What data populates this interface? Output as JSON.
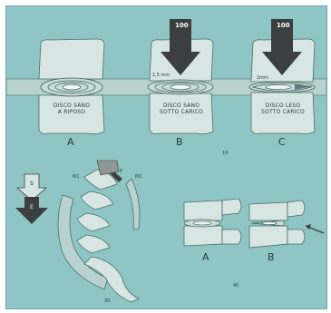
{
  "top_figure": {
    "panels": [
      {
        "letter": "A",
        "text_line1": "DISCO SANO",
        "text_line2": "A RIPOSO"
      },
      {
        "letter": "B",
        "text_line1": "DISCO SANO",
        "text_line2": "SOTTO CARICO",
        "load": "100",
        "measure": "1,5 mm"
      },
      {
        "letter": "C",
        "text_line1": "DISCO LESO",
        "text_line2": "SOTTO CARICO",
        "load": "100",
        "measure": "2mm"
      }
    ],
    "figure_number": "19"
  },
  "bottom_left": {
    "arrow_s": "S",
    "arrow_e": "E",
    "label_m1": "M1",
    "label_m2": "M2",
    "label_p": "P",
    "figure_number": "30"
  },
  "bottom_right": {
    "panel_a": "A",
    "panel_b": "B",
    "figure_number": "40"
  },
  "colors": {
    "background": "#8fc6c5",
    "vertebra": "#d8e6e3",
    "ink": "#1e3a3a",
    "arrow": "#3b3f3f"
  }
}
